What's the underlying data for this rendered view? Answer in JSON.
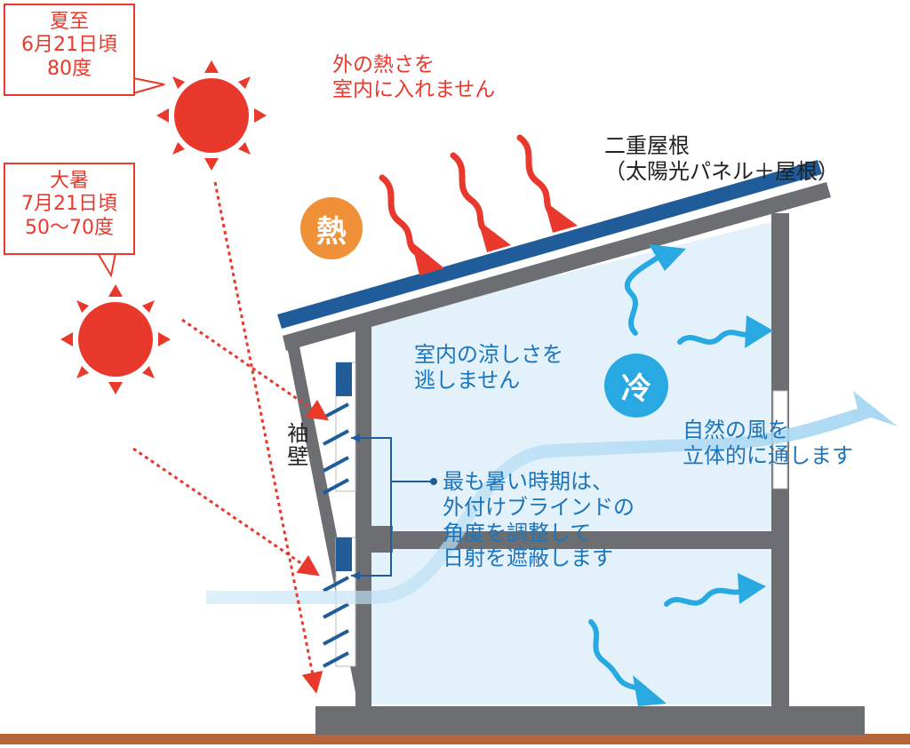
{
  "callouts": {
    "summer_solstice": "夏至\n6月21日頃\n80度",
    "major_heat": "大暑\n7月21日頃\n50〜70度"
  },
  "roof_note": "外の熱さを\n室内に入れません",
  "roof_label": "二重屋根\n（太陽光パネル＋屋根）",
  "heat_label": "熱",
  "cool_label": "冷",
  "interior_note": "室内の涼しさを\n逃しません",
  "wind_note": "自然の風を\n立体的に通します",
  "blind_note": "最も暑い時期は、\n外付けブラインドの\n角度を調整して\n日射を遮蔽します",
  "side_wall_label": "袖壁",
  "colors": {
    "sun": "#e8392c",
    "roof_panel": "#1f5c99",
    "wall": "#6d6e71",
    "interior": "#e3f1fb",
    "cool": "#29a9e1",
    "heat": "#f0913a",
    "ground": "#b5673b"
  }
}
